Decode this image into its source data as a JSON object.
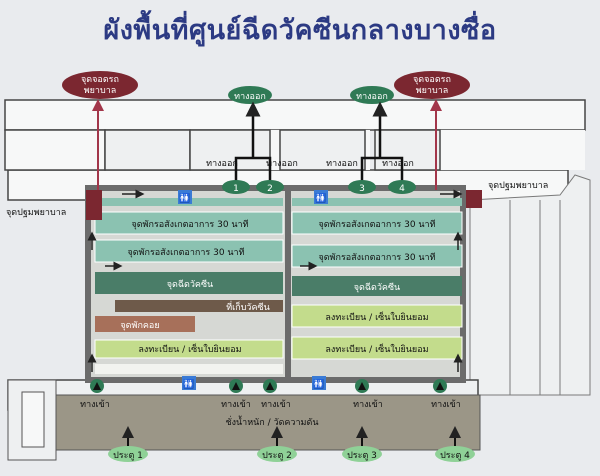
{
  "title": "ผังพื้นที่ศูนย์ฉีดวัคซีนกลางบางซื่อ",
  "ambulance_left": [
    "จุดจอดรถ",
    "พยาบาล"
  ],
  "ambulance_right": [
    "จุดจอดรถ",
    "พยาบาล"
  ],
  "top_exit_1": "ทางออก",
  "top_exit_2": "ทางออก",
  "exit_label": "ทางออก",
  "exit_numbers": [
    "1",
    "2",
    "3",
    "4"
  ],
  "first_aid_left": "จุดปฐมพยาบาล",
  "first_aid_right": "จุดปฐมพยาบาล",
  "left_hall": {
    "rest_1": "จุดพักรอสังเกตอาการ 30 นาที",
    "rest_2": "จุดพักรอสังเกตอาการ 30 นาที",
    "vaccination": "จุดฉีดวัคซีน",
    "vaccine_storage": "ที่เก็บวัคซีน",
    "waiting": "จุดพักคอย",
    "registration": "ลงทะเบียน / เซ็นใบยินยอม"
  },
  "right_hall": {
    "rest_1": "จุดพักรอสังเกตอาการ 30 นาที",
    "rest_2": "จุดพักรอสังเกตอาการ 30 นาที",
    "vaccination": "จุดฉีดวัคซีน",
    "registration_1": "ลงทะเบียน / เซ็นใบยินยอม",
    "registration_2": "ลงทะเบียน / เซ็นใบยินยอม"
  },
  "entrance_label": "ทางเข้า",
  "weigh_label": "ชั่งน้ำหนัก / วัดความดัน",
  "gates": [
    "ประตู 1",
    "ประตู 2",
    "ประตู 3",
    "ประตู 4"
  ],
  "restroom_icon": "restroom-icon",
  "colors": {
    "title": "#2c3a83",
    "ambulance": "#7b2730",
    "exit_oval": "#2f7a55",
    "rest_zone": "#8bc2b1",
    "vaccination": "#4a7d68",
    "registration": "#c3dc8c",
    "corridor": "#9b9687",
    "storage": "#6e5a4a",
    "waiting": "#a7705a"
  }
}
